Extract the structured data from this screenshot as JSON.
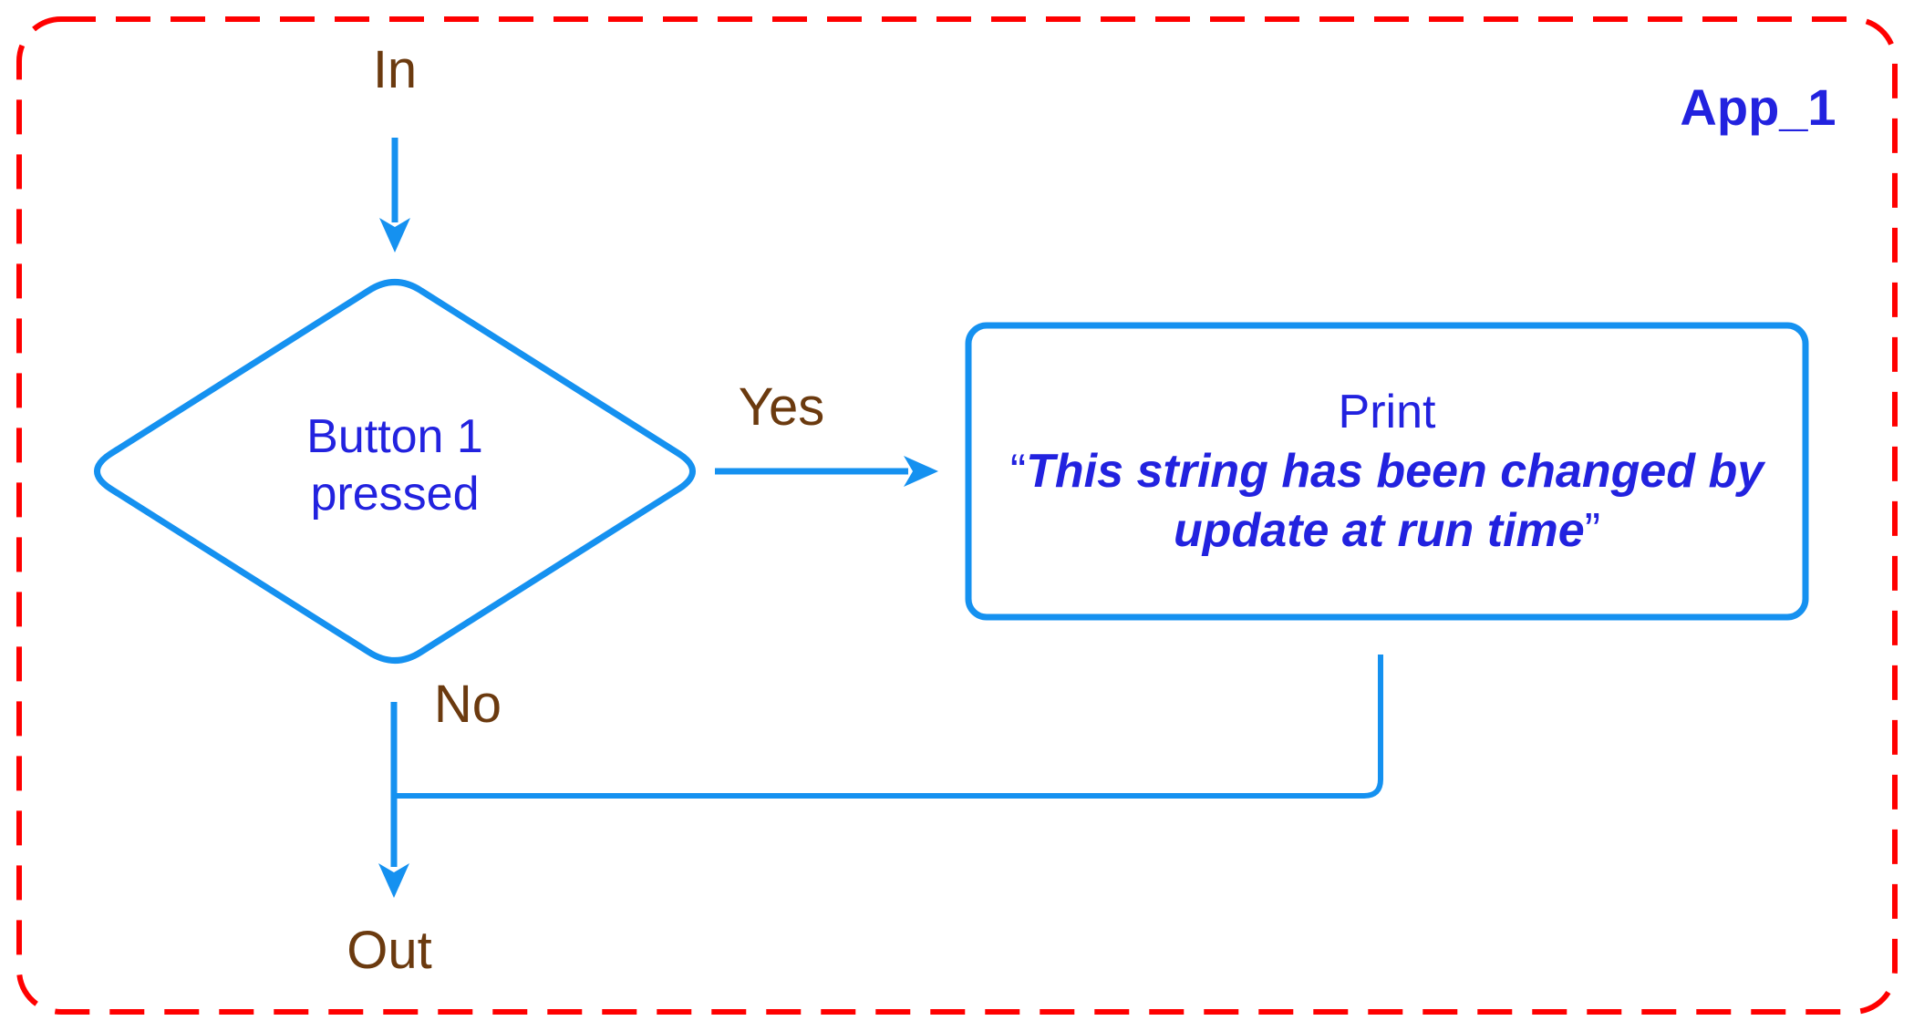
{
  "app": {
    "title": "App_1"
  },
  "nodes": {
    "entry": {
      "label": "In"
    },
    "decision": {
      "line1": "Button 1",
      "line2": "pressed"
    },
    "print": {
      "title": "Print",
      "quote_open": "“",
      "string_line1": "This string has been changed by",
      "string_line2": "update at run time",
      "quote_close": "”"
    },
    "exit": {
      "label": "Out"
    }
  },
  "edges": {
    "yes": {
      "label": "Yes"
    },
    "no": {
      "label": "No"
    }
  },
  "colors": {
    "line_blue": "#1591F0",
    "text_blue": "#2222DF",
    "label_brown": "#6B3A0F",
    "border_red": "#FF0000"
  }
}
